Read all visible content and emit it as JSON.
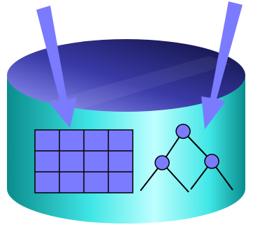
{
  "diagram": {
    "kind": "database-cylinder",
    "colors": {
      "cylinder_side_edge": "#0A8C8C",
      "cylinder_side_light": "#BFFFFF",
      "cylinder_side_mid": "#3FE6E6",
      "cylinder_top_light": "#9A9AFF",
      "cylinder_top_dark": "#0E0E3A",
      "arrow_fill": "#7B7BFF",
      "table_fill": "#7B7BFF",
      "table_lines": "#000000",
      "tree_node_fill": "#7B7BFF",
      "tree_lines": "#000000"
    },
    "icons": {
      "left_arrow": "arrow-down-right-icon",
      "right_arrow": "arrow-down-left-icon",
      "table": "table-grid-icon",
      "tree": "tree-index-icon"
    },
    "table_grid": {
      "rows": 3,
      "cols": 4
    },
    "tree": {
      "nodes": 3
    }
  }
}
